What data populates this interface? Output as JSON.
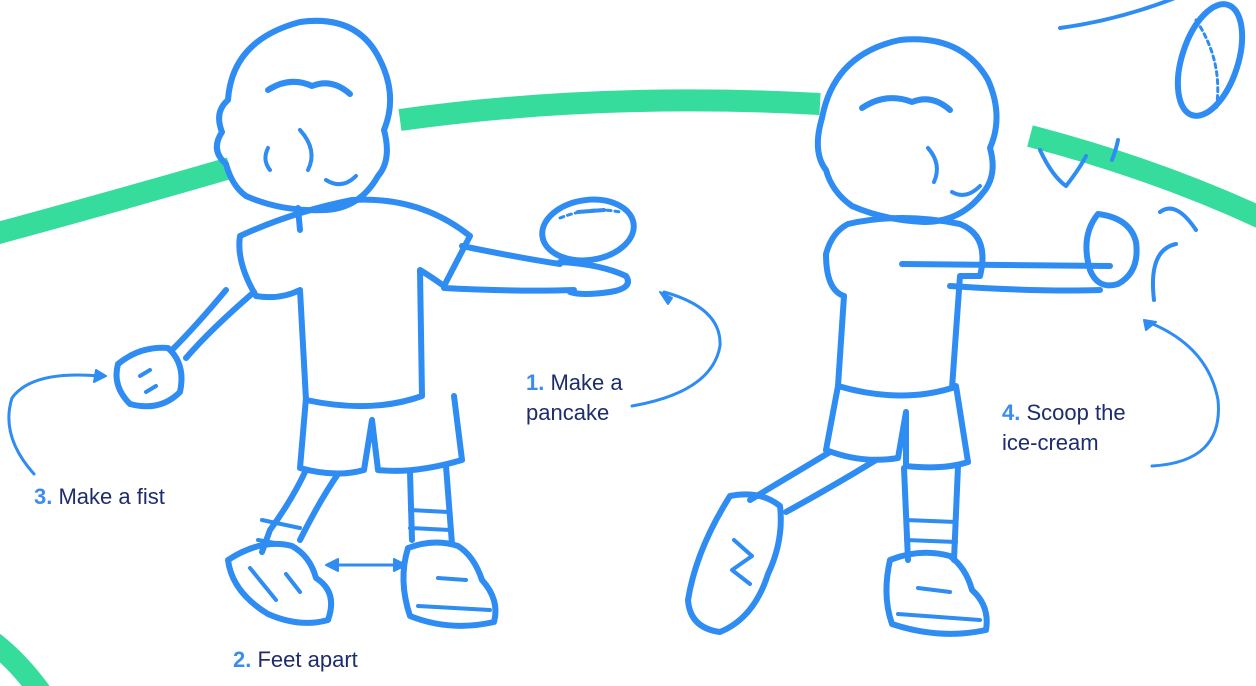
{
  "colors": {
    "line": "#2f8cf2",
    "ring": "#35dc9c",
    "number": "#3a8cf0",
    "text": "#1c2c6e",
    "background": "#ffffff"
  },
  "icons": [
    "football-icon",
    "boy-figure-icon",
    "curved-arrow-icon",
    "double-arrow-icon"
  ],
  "steps": [
    {
      "number": "1.",
      "line1": "Make a",
      "line2": "pancake"
    },
    {
      "number": "2.",
      "line1": "Feet apart"
    },
    {
      "number": "3.",
      "line1": "Make a fist"
    },
    {
      "number": "4.",
      "line1": "Scoop the",
      "line2": "ice-cream"
    }
  ]
}
